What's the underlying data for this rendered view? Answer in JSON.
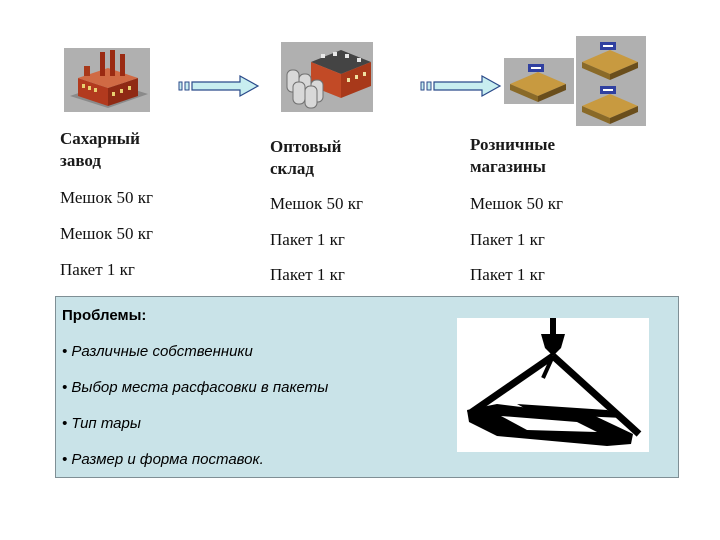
{
  "columns": [
    {
      "title_line1": "Сахарный",
      "title_line2": "завод",
      "icon": "sugar-factory-icon"
    },
    {
      "title_line1": "Оптовый",
      "title_line2": "склад",
      "icon": "wholesale-warehouse-icon"
    },
    {
      "title_line1": "Розничные",
      "title_line2": "магазины",
      "icon": "retail-shops-icon"
    }
  ],
  "rows": [
    [
      "Мешок 50 кг",
      "Мешок 50 кг",
      "Мешок 50 кг"
    ],
    [
      "Мешок 50 кг",
      "Пакет 1 кг",
      "Пакет 1 кг"
    ],
    [
      "Пакет 1 кг",
      "Пакет 1 кг",
      "Пакет 1 кг"
    ]
  ],
  "problems": {
    "title": "Проблемы:",
    "items": [
      "• Различные собственники",
      "• Выбор места расфасовки в пакеты",
      "• Тип тары",
      "• Размер и форма поставок."
    ]
  },
  "colors": {
    "problems_bg": "#c9e3e8",
    "arrow_fill": "#c8eef0",
    "arrow_stroke": "#2a4a8a"
  },
  "icons": [
    "sugar-factory-icon",
    "arrow-right-icon",
    "wholesale-warehouse-icon",
    "arrow-right-icon",
    "retail-shops-icon",
    "cargo-sling-icon"
  ]
}
